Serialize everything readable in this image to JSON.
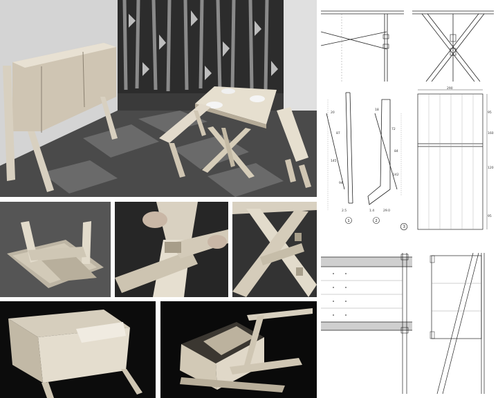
{
  "drawings": {
    "elevation_top": {
      "dim_width": "290"
    },
    "side_profiles": {
      "dims_left": [
        "20",
        "87",
        "145",
        "94",
        "2.5"
      ],
      "dims_right": [
        "18",
        "72",
        "84",
        "142",
        "1.4",
        "29.0"
      ],
      "label_one": "1",
      "label_two": "2"
    },
    "plan": {
      "label_three": "3",
      "dims_side": [
        "95",
        "160",
        "120",
        "95"
      ]
    }
  }
}
